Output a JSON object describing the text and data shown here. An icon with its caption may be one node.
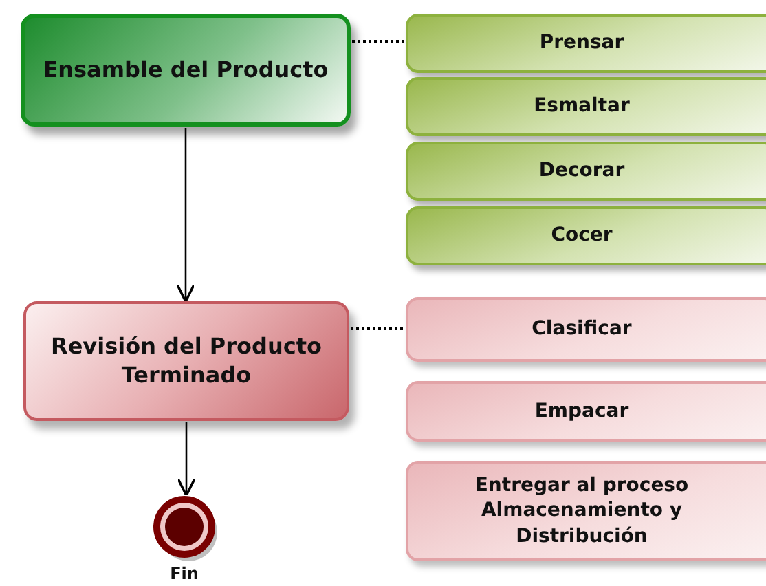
{
  "diagram": {
    "nodes": [
      {
        "text": [
          "Ensamble del Producto"
        ]
      },
      {
        "text": [
          "Prensar"
        ]
      },
      {
        "text": [
          "Esmaltar"
        ]
      },
      {
        "text": [
          "Decorar"
        ]
      },
      {
        "text": [
          "Cocer"
        ]
      },
      {
        "text": [
          "Revisión del Producto Terminado"
        ]
      },
      {
        "text": [
          "Clasificar"
        ]
      },
      {
        "text": [
          "Empacar"
        ]
      },
      {
        "text": [
          "Entregar al proceso Almacenamiento y Distribución"
        ]
      },
      {
        "text": [],
        "shape": "circle",
        "beside": [
          "Fin"
        ]
      }
    ],
    "edges": [
      {
        "from": 0,
        "to": 1,
        "arrow": "none",
        "style": "dashed"
      },
      {
        "from": 0,
        "to": 5,
        "arrow": "to"
      },
      {
        "from": 5,
        "to": 6,
        "arrow": "none",
        "style": "dashed"
      },
      {
        "from": 5,
        "to": 9,
        "arrow": "to"
      }
    ]
  }
}
